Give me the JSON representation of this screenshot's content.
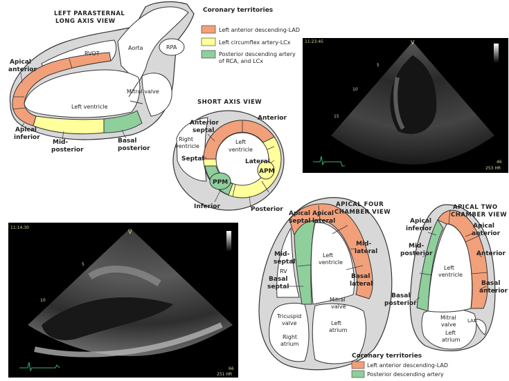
{
  "colors": {
    "lad": "#f2a07a",
    "lcx": "#ffff9c",
    "pda": "#8fcf9c",
    "wall": "#d8d8d8",
    "outline": "#333333"
  },
  "left_parasternal": {
    "title_line1": "LEFT PARASTERNAL",
    "title_line2": "LONG AXIS VIEW",
    "labels": {
      "rvot": "RVOT",
      "aorta": "Aorta",
      "rpa": "RPA",
      "mitral_valve": "Mitral valve",
      "left_ventricle": "Left ventricle",
      "apical_anterior_1": "Apical",
      "apical_anterior_2": "anterior",
      "apical_inferior_1": "Apical",
      "apical_inferior_2": "inferior",
      "mid_posterior_1": "Mid-",
      "mid_posterior_2": "posterior",
      "basal_posterior_1": "Basal",
      "basal_posterior_2": "posterior"
    }
  },
  "legend_top": {
    "title": "Coronary territories",
    "items": [
      {
        "label": "Left anterior descending-LAD",
        "color_key": "lad"
      },
      {
        "label": "Left circumflex artery-LCx",
        "color_key": "lcx"
      },
      {
        "label": "Posterior descending artery",
        "label2": "of RCA, and LCx",
        "color_key": "pda"
      }
    ]
  },
  "short_axis": {
    "title": "SHORT AXIS VIEW",
    "labels": {
      "anterior": "Anterior",
      "anterior_septal_1": "Anterior",
      "anterior_septal_2": "septal",
      "left_ventricle_1": "Left",
      "left_ventricle_2": "ventricle",
      "right_ventricle_1": "Right",
      "right_ventricle_2": "ventricle",
      "septal": "Septal",
      "lateral": "Lateral",
      "apm": "APM",
      "ppm": "PPM",
      "inferior": "Inferior",
      "posterior": "Posterior"
    }
  },
  "echo_top": {
    "time": "11:23:45",
    "depth_marks": [
      "5",
      "10",
      "15"
    ],
    "marker": "V",
    "fps": "46",
    "hr": "253 HR"
  },
  "echo_bottom": {
    "time": "11:14:30",
    "depth_marks": [
      "5",
      "10"
    ],
    "marker": "V",
    "fps": "66",
    "hr": "251 HR"
  },
  "apical_four": {
    "title_line1": "APICAL FOUR",
    "title_line2": "CHAMBER VIEW",
    "labels": {
      "apical_septal_1": "Apical",
      "apical_septal_2": "septal",
      "apical_lateral_1": "Apical",
      "apical_lateral_2": "lateral",
      "mid_septal_1": "Mid-",
      "mid_septal_2": "septal",
      "mid_lateral_1": "Mid-",
      "mid_lateral_2": "lateral",
      "rv": "RV",
      "left_ventricle_1": "Left",
      "left_ventricle_2": "ventricle",
      "basal_septal_1": "Basal",
      "basal_septal_2": "septal",
      "basal_lateral_1": "Basal",
      "basal_lateral_2": "lateral",
      "tricuspid_1": "Tricuspid",
      "tricuspid_2": "valve",
      "mitral_1": "Mitral",
      "mitral_2": "valve",
      "right_atrium_1": "Right",
      "right_atrium_2": "atrium",
      "left_atrium_1": "Left",
      "left_atrium_2": "atrium"
    }
  },
  "apical_two": {
    "title_line1": "APICAL TWO",
    "title_line2": "CHAMBER VIEW",
    "labels": {
      "apical_inferior_1": "Apical",
      "apical_inferior_2": "inferior",
      "apical_anterior_1": "Apical",
      "apical_anterior_2": "anterior",
      "mid_posterior_1": "Mid-",
      "mid_posterior_2": "posterior",
      "anterior": "Anterior",
      "left_ventricle_1": "Left",
      "left_ventricle_2": "ventricle",
      "basal_anterior_1": "Basal",
      "basal_anterior_2": "anterior",
      "basal_posterior_1": "Basal",
      "basal_posterior_2": "posterior",
      "mitral_1": "Mitral",
      "mitral_2": "valve",
      "laa": "LAA",
      "left_atrium_1": "Left",
      "left_atrium_2": "atrium"
    }
  },
  "legend_bottom": {
    "title": "Coronary territories",
    "items": [
      {
        "label": "Left anterior descending-LAD",
        "color_key": "lad"
      },
      {
        "label": "Posterior descending artery",
        "color_key": "pda"
      }
    ]
  }
}
